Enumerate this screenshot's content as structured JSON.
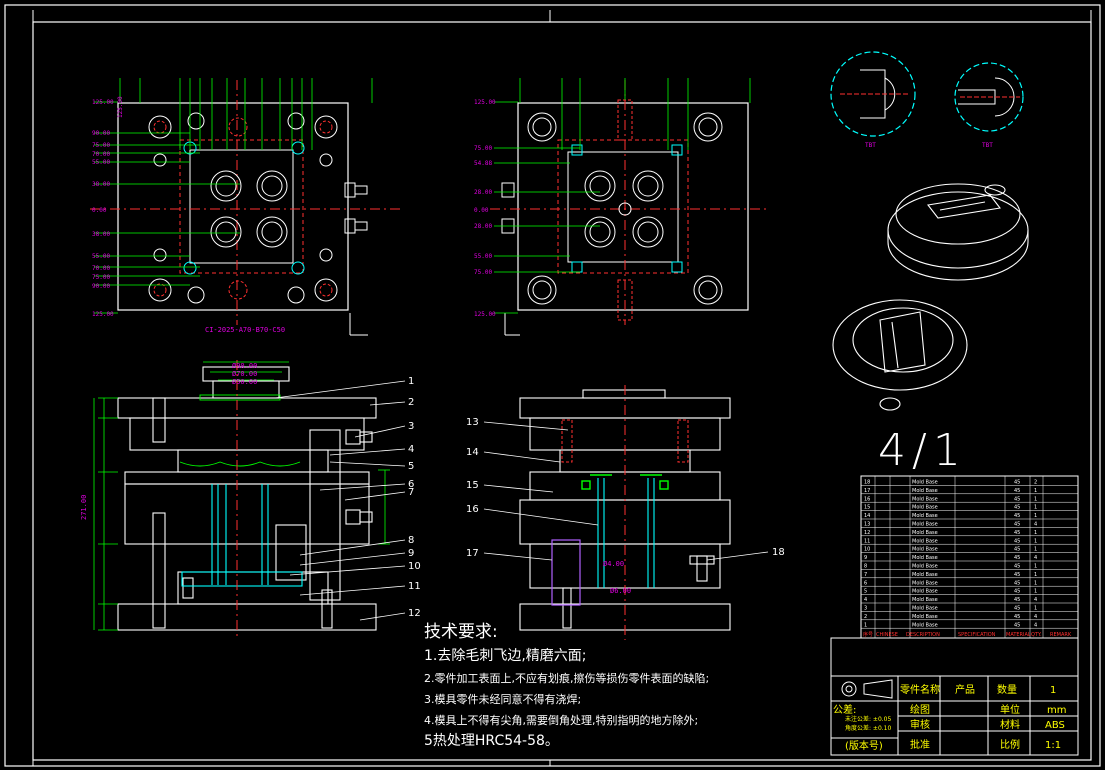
{
  "drawing": {
    "top_left_dims": [
      "125.00",
      "90.00",
      "75.00",
      "70.00",
      "55.00",
      "38.00",
      "0.00",
      "38.00",
      "55.00",
      "70.00",
      "75.00",
      "90.00",
      "125.00"
    ],
    "top_right_dims": [
      "125.00",
      "75.00",
      "54.88",
      "28.00",
      "0.00",
      "28.00",
      "55.00",
      "75.00",
      "125.00"
    ],
    "top_left_caption": "CI-2025-A70-B70-C50",
    "part_numbers": [
      "1",
      "2",
      "3",
      "4",
      "5",
      "6",
      "7",
      "8",
      "9",
      "10",
      "11",
      "12"
    ],
    "part_numbers_right": [
      "13",
      "14",
      "15",
      "16",
      "17",
      "18"
    ],
    "scale_label": "4/1",
    "section_labels": [
      "TBT",
      "TBT"
    ],
    "dim_callouts": {
      "d1": "Ø90.00",
      "d2": "Ø70.00",
      "d3": "Ø50.00",
      "d4": "Ø4.00",
      "d5": "Ø6.00",
      "len": "271.00"
    }
  },
  "notes": {
    "title": "技术要求:",
    "items": [
      "1.去除毛刺飞边,精磨六面;",
      "2.零件加工表面上,不应有划痕,擦伤等损伤零件表面的缺陷;",
      "3.模具零件未经同意不得有浇焊;",
      "4.模具上不得有尖角,需要倒角处理,特别指明的地方除外;",
      "5热处理HRC54-58。"
    ]
  },
  "bom": {
    "header": [
      "序号",
      "CHINESE",
      "DESCRIPTION",
      "SPECIFICATION",
      "MATERIAL",
      "QTY.",
      "REMARK"
    ],
    "rows": [
      [
        "18",
        "Mold Base",
        "45",
        "2"
      ],
      [
        "17",
        "Mold Base",
        "45",
        "1"
      ],
      [
        "16",
        "Mold Base",
        "45",
        "1"
      ],
      [
        "15",
        "Mold Base",
        "45",
        "1"
      ],
      [
        "14",
        "Mold Base",
        "45",
        "1"
      ],
      [
        "13",
        "Mold Base",
        "45",
        "4"
      ],
      [
        "12",
        "Mold Base",
        "45",
        "1"
      ],
      [
        "11",
        "Mold Base",
        "45",
        "1"
      ],
      [
        "10",
        "Mold Base",
        "45",
        "1"
      ],
      [
        "9",
        "Mold Base",
        "45",
        "4"
      ],
      [
        "8",
        "Mold Base",
        "45",
        "1"
      ],
      [
        "7",
        "Mold Base",
        "45",
        "1"
      ],
      [
        "6",
        "Mold Base",
        "45",
        "1"
      ],
      [
        "5",
        "Mold Base",
        "45",
        "1"
      ],
      [
        "4",
        "Mold Base",
        "45",
        "4"
      ],
      [
        "3",
        "Mold Base",
        "45",
        "1"
      ],
      [
        "2",
        "Mold Base",
        "45",
        "4"
      ],
      [
        "1",
        "Mold Base",
        "45",
        "4"
      ]
    ]
  },
  "title_block": {
    "part_name_label": "零件名称",
    "part_name": "产品",
    "qty_label": "数量",
    "qty": "1",
    "drawn_label": "绘图",
    "unit_label": "单位",
    "unit": "mm",
    "check_label": "审核",
    "material_label": "材料",
    "material": "ABS",
    "approve_label": "批准",
    "scale_label": "比例",
    "scale": "1:1",
    "tolerance_label": "公差:",
    "tol_line1": "未注公差: ±0.05",
    "tol_line2": "角度公差: ±0.10",
    "version": "(版本号)"
  },
  "colors": {
    "background": "#000000",
    "line": "#ffffff",
    "green": "#00ff00",
    "magenta": "#e000e0",
    "red": "#ff3030",
    "cyan": "#00ffff",
    "yellow": "#ffff00"
  }
}
